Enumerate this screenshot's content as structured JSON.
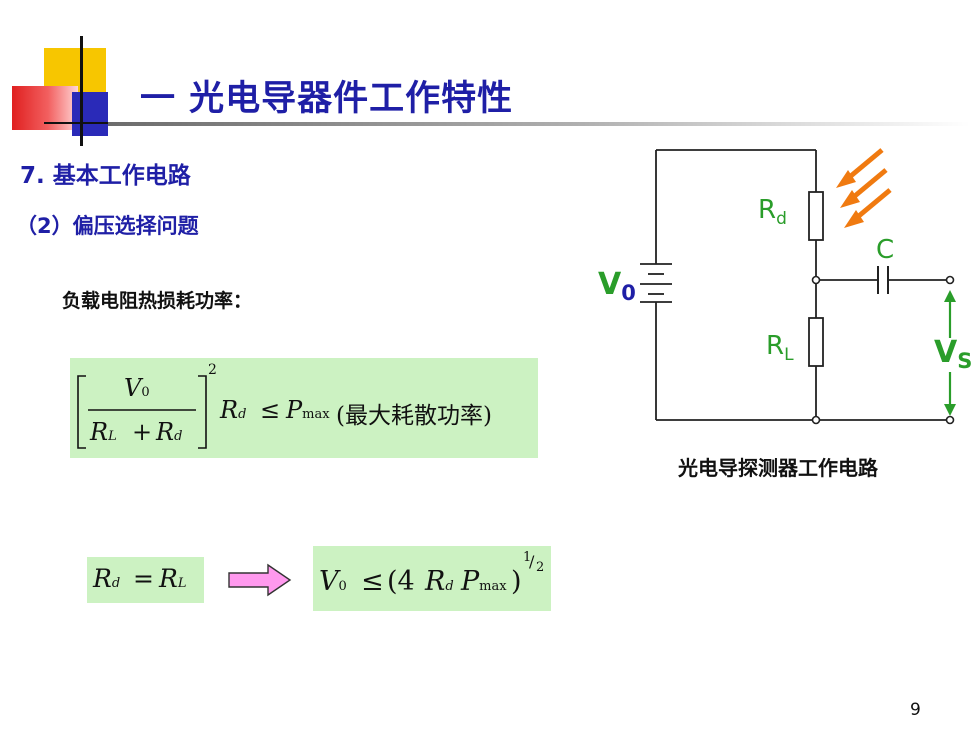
{
  "slide": {
    "title": "一 光电导器件工作特性",
    "section": "7. 基本工作电路",
    "subsection": "（2）偏压选择问题",
    "load_label": "负载电阻热损耗功率：",
    "page_number": "9"
  },
  "formula1": {
    "numerator_var": "V",
    "numerator_sub": "0",
    "den_var1": "R",
    "den_sub1": "L",
    "den_plus": "+",
    "den_var2": "R",
    "den_sub2": "d",
    "exponent": "2",
    "rhs_var": "R",
    "rhs_sub": "d",
    "leq": "≤",
    "p_var": "P",
    "p_sub": "max",
    "note": "(最大耗散功率)"
  },
  "formula2": {
    "lhs_var": "R",
    "lhs_sub": "d",
    "eq": "=",
    "rhs_var": "R",
    "rhs_sub": "L"
  },
  "formula3": {
    "v_var": "V",
    "v_sub": "0",
    "leq": "≤",
    "open": "(4",
    "r_var": "R",
    "r_sub": "d",
    "p_var": "P",
    "p_sub": "max",
    "close": ")",
    "exp_num": "1",
    "exp_den": "2"
  },
  "circuit": {
    "caption": "光电导探测器工作电路",
    "label_rd_main": "R",
    "label_rd_sub": "d",
    "label_rl_main": "R",
    "label_rl_sub": "L",
    "label_c": "C",
    "label_v0_main": "V",
    "label_v0_sub": "0",
    "label_vs_main": "V",
    "label_vs_sub": "S",
    "colors": {
      "wire": "#222222",
      "light_arrow": "#f07a10",
      "label_green": "#2a9d2a",
      "label_blue": "#1f1fa6"
    }
  },
  "colors": {
    "title": "#1f1fa6",
    "formula_bg": "#ccf2c2",
    "arrow_fill": "#ff99ee"
  }
}
